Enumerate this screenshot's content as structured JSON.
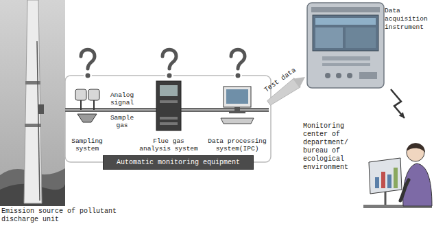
{
  "diagram": {
    "nodes": [
      {
        "text": [
          "Emission source of pollutant discharge unit"
        ]
      },
      {
        "text": [
          "Sampling system"
        ]
      },
      {
        "text": [
          "Flue gas analysis system"
        ]
      },
      {
        "text": [
          "Data processing system(IPC)"
        ]
      },
      {
        "text": [
          "Automatic monitoring equipment"
        ]
      },
      {
        "text": [
          "Data acquisition instrument"
        ]
      },
      {
        "text": [
          "Monitoring center of department/ bureau of ecological environment"
        ]
      }
    ],
    "edges": [
      {
        "from": 0,
        "to": 1,
        "arrow": "none"
      },
      {
        "from": 1,
        "to": 2,
        "label": "Sample gas",
        "arrow": "none"
      },
      {
        "from": 2,
        "to": 3,
        "arrow": "none"
      },
      {
        "from": 3,
        "to": 5,
        "label": "Test data",
        "arrow": "to"
      },
      {
        "from": 5,
        "to": 6,
        "arrow": "to"
      }
    ],
    "labels": [
      "Analog signal"
    ]
  }
}
